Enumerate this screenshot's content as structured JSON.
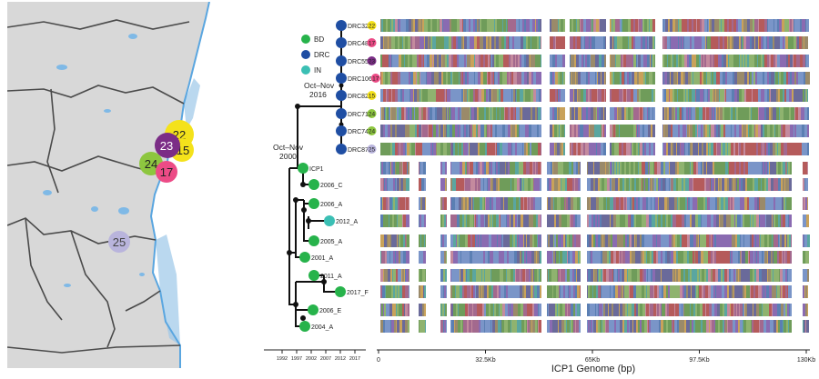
{
  "colors": {
    "bd": "#27b34b",
    "drc": "#1f4ea3",
    "in": "#3bbfb4",
    "water": "#7fb9e6",
    "land": "#d8d8d8",
    "border": "#4a4a4a"
  },
  "legend": [
    {
      "label": "BD",
      "color": "#27b34b"
    },
    {
      "label": "DRC",
      "color": "#1f4ea3"
    },
    {
      "label": "IN",
      "color": "#3bbfb4"
    }
  ],
  "map_markers": [
    {
      "label": "22",
      "color": "#f4e21b"
    },
    {
      "label": "23",
      "color": "#7b2d86"
    },
    {
      "label": "15",
      "color": "#f4e21b"
    },
    {
      "label": "24",
      "color": "#8dc63f"
    },
    {
      "label": "17",
      "color": "#ec4b86"
    },
    {
      "label": "25",
      "color": "#b9b4dc"
    }
  ],
  "tree": {
    "node_labels": {
      "a": {
        "line1": "Oct–Nov",
        "line2": "2016"
      },
      "b": {
        "line1": "Oct–Nov",
        "line2": "2000"
      }
    },
    "drc_leaves": [
      {
        "name": "DRC32",
        "badge": "22",
        "badge_color": "#f4e21b"
      },
      {
        "name": "DRC48",
        "badge": "17",
        "badge_color": "#ec4b86"
      },
      {
        "name": "DRC55",
        "badge": "23",
        "badge_color": "#7b2d86"
      },
      {
        "name": "DRC106",
        "badge": "17",
        "badge_color": "#ec4b86"
      },
      {
        "name": "DRC82",
        "badge": "15",
        "badge_color": "#f4e21b"
      },
      {
        "name": "DRC71",
        "badge": "24",
        "badge_color": "#8dc63f"
      },
      {
        "name": "DRC74",
        "badge": "24",
        "badge_color": "#8dc63f"
      },
      {
        "name": "DRC87",
        "badge": "25",
        "badge_color": "#b9b4dc"
      }
    ],
    "other_leaves": [
      {
        "name": "ICP1",
        "group": "BD"
      },
      {
        "name": "2006_C",
        "group": "BD"
      },
      {
        "name": "2006_A",
        "group": "BD"
      },
      {
        "name": "2012_A",
        "group": "IN"
      },
      {
        "name": "2005_A",
        "group": "BD"
      },
      {
        "name": "2001_A",
        "group": "BD"
      },
      {
        "name": "2011_A",
        "group": "BD"
      },
      {
        "name": "2017_F",
        "group": "BD"
      },
      {
        "name": "2006_E",
        "group": "BD"
      },
      {
        "name": "2004_A",
        "group": "BD"
      }
    ],
    "time_axis": [
      "1992",
      "1997",
      "2002",
      "2007",
      "2012",
      "2017"
    ]
  },
  "genome_axis": {
    "ticks": [
      "0",
      "32.5Kb",
      "65Kb",
      "97.5Kb",
      "130Kb"
    ],
    "title": "ICP1 Genome (bp)"
  }
}
